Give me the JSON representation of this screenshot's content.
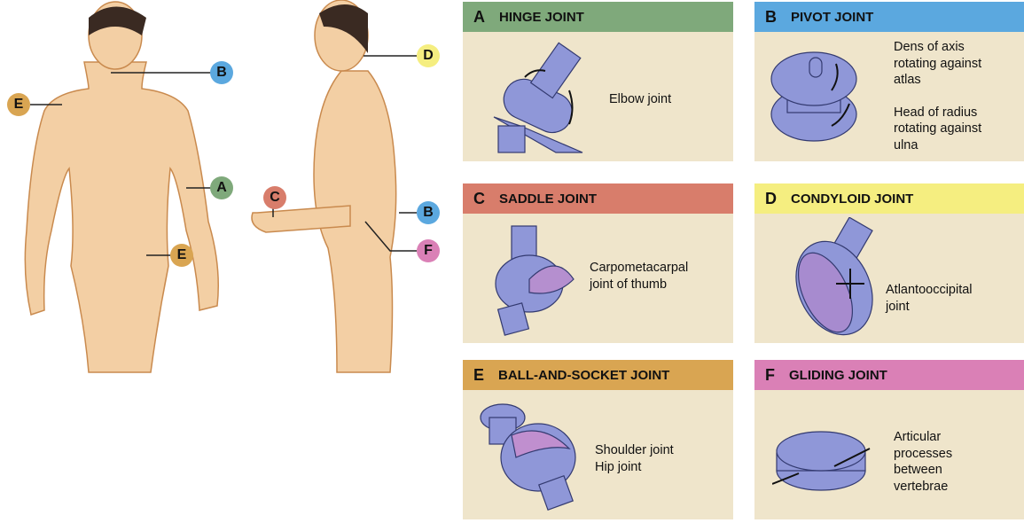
{
  "callouts": {
    "front_B": "B",
    "front_E_shoulder": "E",
    "front_A": "A",
    "front_E_hip": "E",
    "side_D": "D",
    "side_C": "C",
    "side_B": "B",
    "side_F": "F"
  },
  "colors": {
    "A": "#7fa97b",
    "B": "#5ba8df",
    "C": "#d87d6b",
    "D": "#f5ee80",
    "E": "#d9a552",
    "F": "#da80b6",
    "panel": "#efe5cb"
  },
  "panels": [
    {
      "letter": "A",
      "title": "HINGE JOINT",
      "lines": [
        "Elbow joint"
      ]
    },
    {
      "letter": "B",
      "title": "PIVOT JOINT",
      "lines": [
        "Dens of axis",
        "rotating against",
        "atlas",
        "",
        "Head of radius",
        "rotating against",
        "ulna"
      ]
    },
    {
      "letter": "C",
      "title": "SADDLE JOINT",
      "lines": [
        "Carpometacarpal",
        "joint of thumb"
      ]
    },
    {
      "letter": "D",
      "title": "CONDYLOID JOINT",
      "lines": [
        "Atlantooccipital",
        "joint"
      ]
    },
    {
      "letter": "E",
      "title": "BALL-AND-SOCKET JOINT",
      "lines": [
        "Shoulder joint",
        "Hip joint"
      ]
    },
    {
      "letter": "F",
      "title": "GLIDING JOINT",
      "lines": [
        "Articular",
        "processes",
        "between",
        "vertebrae"
      ]
    }
  ]
}
